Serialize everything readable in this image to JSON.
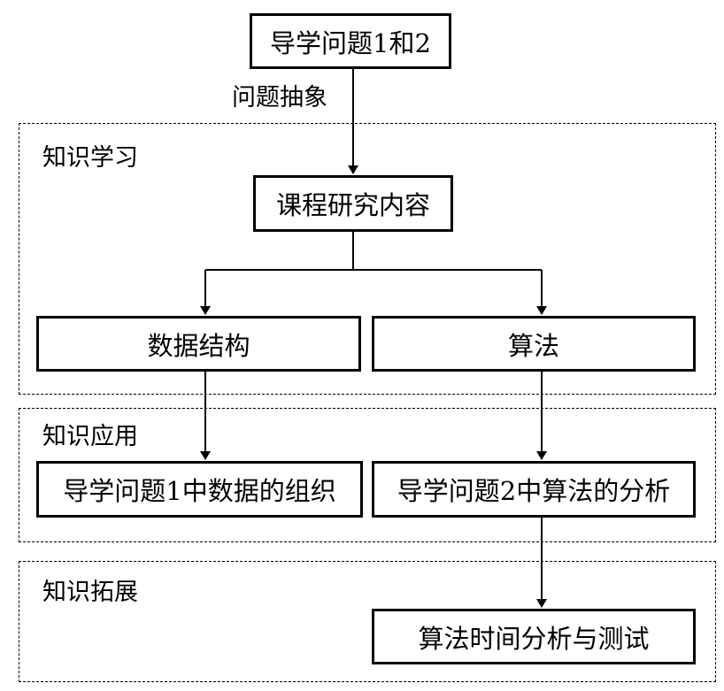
{
  "nodes": {
    "intro": "导学问题1和2",
    "course": "课程研究内容",
    "ds": "数据结构",
    "algo": "算法",
    "q1": "导学问题1中数据的组织",
    "q2": "导学问题2中算法的分析",
    "test": "算法时间分析与测试"
  },
  "edges": {
    "abstract": "问题抽象"
  },
  "regions": {
    "learn": "知识学习",
    "apply": "知识应用",
    "extend": "知识拓展"
  },
  "colors": {
    "stroke": "#000000",
    "background": "#ffffff"
  }
}
